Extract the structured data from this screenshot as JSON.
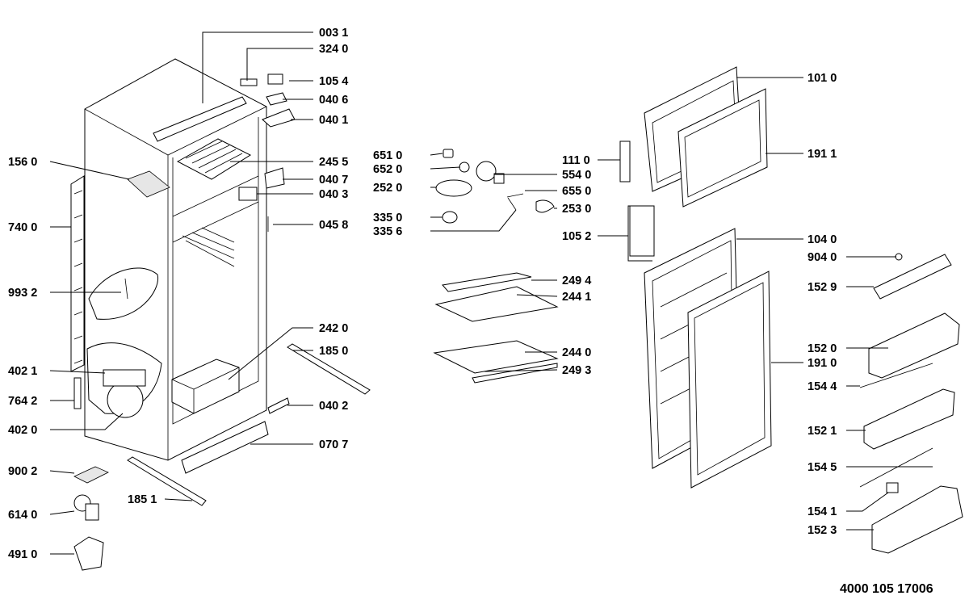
{
  "document_number": "4000 105 17006",
  "part_labels": {
    "p003_1": "003 1",
    "p324_0": "324 0",
    "p105_4": "105 4",
    "p040_6": "040 6",
    "p040_1": "040 1",
    "p156_0": "156 0",
    "p245_5": "245 5",
    "p040_7": "040 7",
    "p040_3": "040 3",
    "p740_0": "740 0",
    "p045_8": "045 8",
    "p993_2": "993 2",
    "p242_0": "242 0",
    "p185_0": "185 0",
    "p402_1": "402 1",
    "p764_2": "764 2",
    "p040_2": "040 2",
    "p402_0": "402 0",
    "p070_7": "070 7",
    "p900_2": "900 2",
    "p185_1": "185 1",
    "p614_0": "614 0",
    "p491_0": "491 0",
    "p651_0": "651 0",
    "p652_0": "652 0",
    "p252_0": "252 0",
    "p335_0": "335 0",
    "p335_6": "335 6",
    "p554_0": "554 0",
    "p655_0": "655 0",
    "p253_0": "253 0",
    "p111_0": "111 0",
    "p105_2": "105 2",
    "p249_4": "249 4",
    "p244_1": "244 1",
    "p244_0": "244 0",
    "p249_3": "249 3",
    "p101_0": "101 0",
    "p191_1": "191 1",
    "p104_0": "104 0",
    "p904_0": "904 0",
    "p152_9": "152 9",
    "p152_0": "152 0",
    "p191_0": "191 0",
    "p154_4": "154 4",
    "p152_1": "152 1",
    "p154_5": "154 5",
    "p154_1": "154 1",
    "p152_3": "152 3"
  }
}
